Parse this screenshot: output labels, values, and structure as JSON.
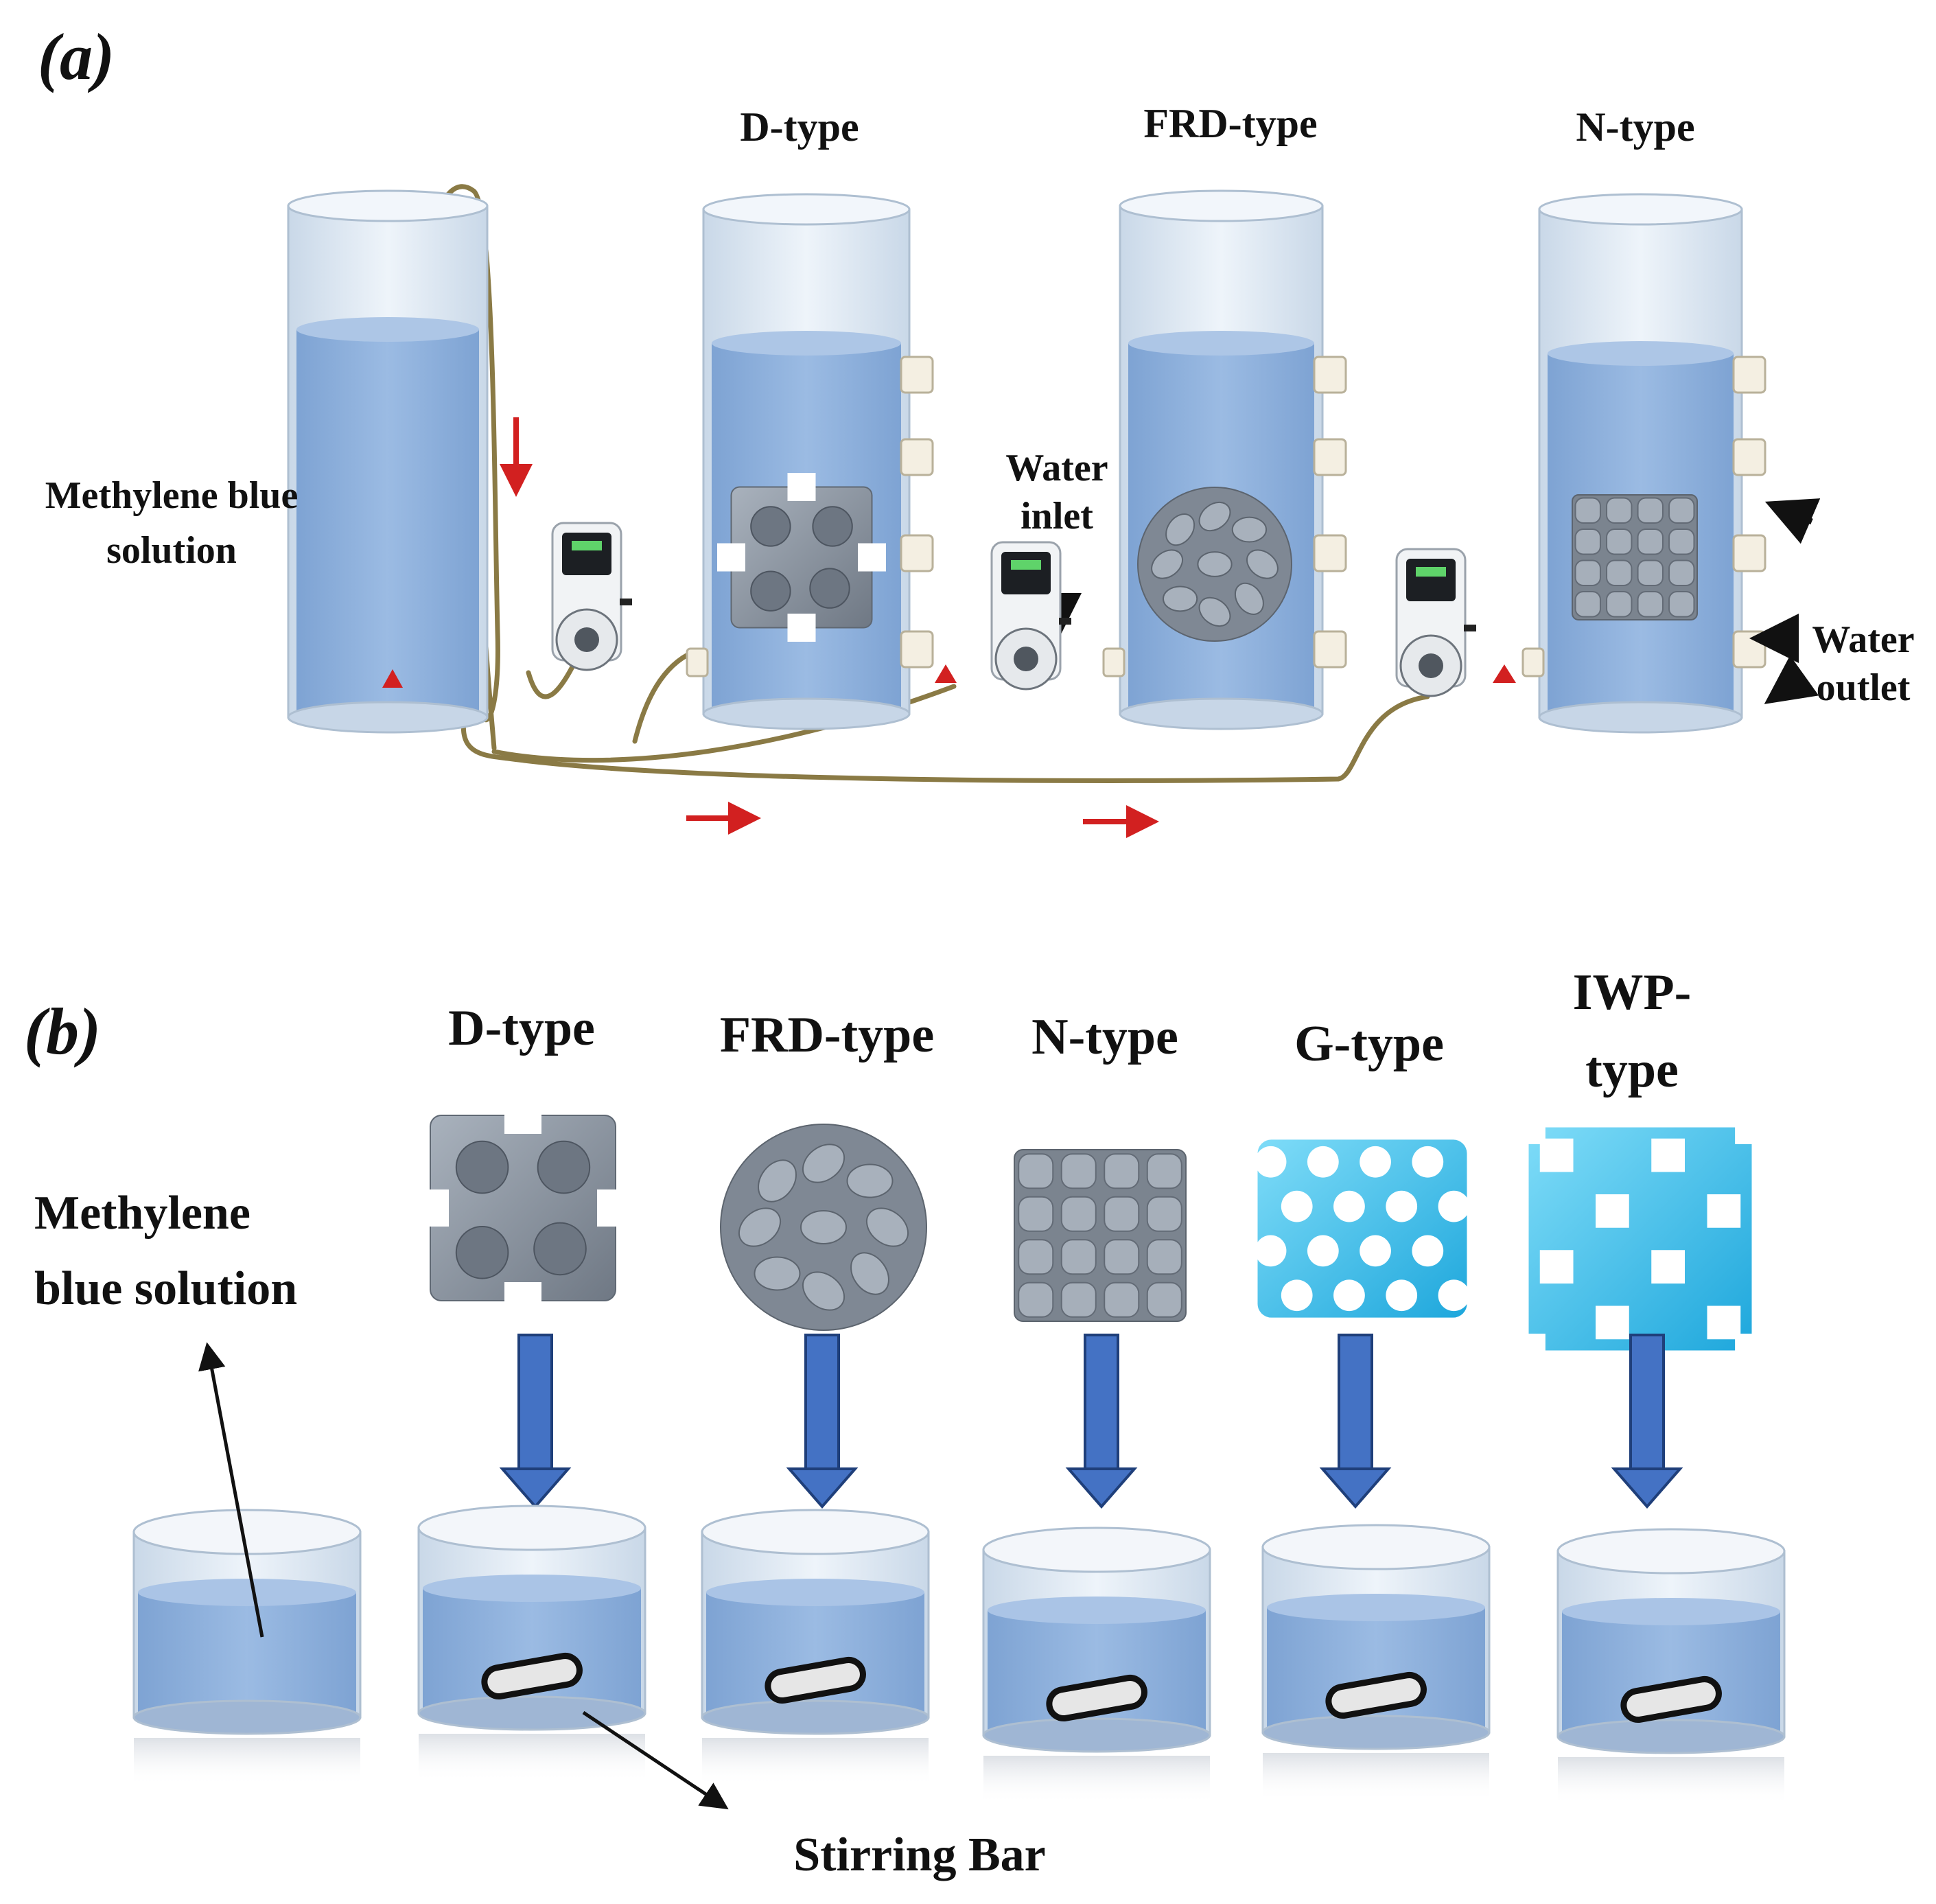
{
  "panel_a": {
    "label": "(a)",
    "headings": [
      "D-type",
      "FRD-type",
      "N-type"
    ],
    "solution_label": [
      "Methylene blue",
      "solution"
    ],
    "water_inlet": [
      "Water",
      "inlet"
    ],
    "water_outlet": [
      "Water",
      "outlet"
    ]
  },
  "panel_b": {
    "label": "(b)",
    "headings": [
      "D-type",
      "FRD-type",
      "N-type",
      "G-type"
    ],
    "iwp_heading": [
      "IWP-",
      "type"
    ],
    "solution_label": [
      "Methylene",
      "blue solution"
    ],
    "stirring_bar_label": "Stirring Bar"
  },
  "colors": {
    "liquid": "#8fb2de",
    "glass": "#dde8f3",
    "scaffold_grey": "#8e97a3",
    "scaffold_cyan": "#3ec3ee",
    "flow_arrow": "#d22020",
    "drop_arrow": "#4472c4",
    "tube": "#8a7a45"
  }
}
